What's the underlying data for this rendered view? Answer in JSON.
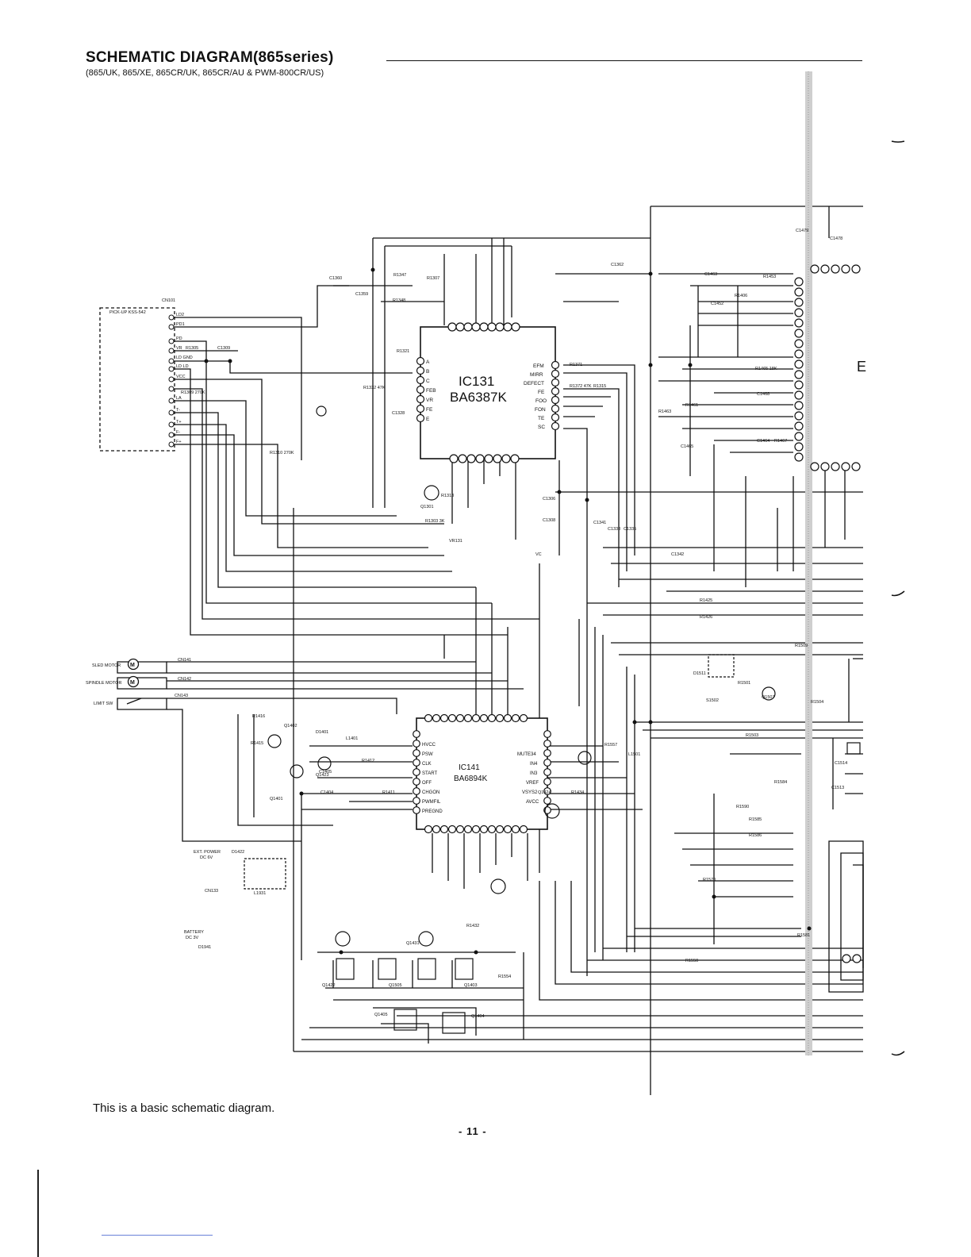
{
  "header": {
    "title": "SCHEMATIC  DIAGRAM(865series)",
    "subtitle": "(865/UK, 865/XE, 865CR/UK, 865CR/AU & PWM-800CR/US)"
  },
  "ics": [
    {
      "ref": "IC131",
      "part": "BA6387K"
    },
    {
      "ref": "IC141",
      "part": "BA6894K"
    }
  ],
  "connectors": {
    "cn101": "CN101",
    "pickup": "PICK-UP KSS-542",
    "cn141": "CN141",
    "cn142": "CN142",
    "cn143": "CN143",
    "cn133": "CN133",
    "sled": "SLED MOTOR",
    "spindle": "SPINDLE MOTOR",
    "limit": "LIMIT SW",
    "ext_power_1": "EXT. POWER",
    "ext_power_2": "DC 6V",
    "battery_1": "BATTERY",
    "battery_2": "DC 3V"
  },
  "ic131_pins_left": [
    "A",
    "B",
    "C",
    "FEB",
    "VR",
    "FE",
    "E"
  ],
  "ic131_pins_right": [
    "EFM",
    "MIRR",
    "DEFECT",
    "FE",
    "FOO",
    "FON",
    "TE",
    "SC"
  ],
  "ic141_pins_left": [
    "HVCC",
    "PSW",
    "CLK",
    "START",
    "OFF",
    "CHGON",
    "PWMFIL",
    "PREGND"
  ],
  "ic141_pins_right": [
    "MUTE34",
    "IN4",
    "IN3",
    "VREF",
    "VSYS2",
    "AVCC"
  ],
  "cn101_pins": [
    "LD2",
    "PD1",
    "PD",
    "VR",
    "LD GND",
    "LD LD",
    "VCC",
    "LA",
    "T-",
    "T+",
    "F-",
    "F+"
  ],
  "component_labels": [
    {
      "id": "r1347",
      "text": "R1347"
    },
    {
      "id": "r1307",
      "text": "R1307"
    },
    {
      "id": "r1348",
      "text": "R1348"
    },
    {
      "id": "c1360",
      "text": "C1360"
    },
    {
      "id": "c1359",
      "text": "C1359"
    },
    {
      "id": "c1362",
      "text": "C1362"
    },
    {
      "id": "r1305",
      "text": "R1305"
    },
    {
      "id": "c1309",
      "text": "C1309"
    },
    {
      "id": "r1309",
      "text": "R1309 270K"
    },
    {
      "id": "r1310",
      "text": "R1310 270K"
    },
    {
      "id": "r1321",
      "text": "R1321"
    },
    {
      "id": "r1332",
      "text": "R1332 47K"
    },
    {
      "id": "c1328",
      "text": "C1328"
    },
    {
      "id": "r1371",
      "text": "R1371"
    },
    {
      "id": "r1372",
      "text": "R1372 47K"
    },
    {
      "id": "r1315",
      "text": "R1315"
    },
    {
      "id": "r1313",
      "text": "R1313"
    },
    {
      "id": "q1301",
      "text": "Q1301"
    },
    {
      "id": "r1303",
      "text": "R1303 3K"
    },
    {
      "id": "vr131",
      "text": "VR131"
    },
    {
      "id": "c1306",
      "text": "C1306"
    },
    {
      "id": "c1308",
      "text": "C1308"
    },
    {
      "id": "c1341",
      "text": "C1341"
    },
    {
      "id": "c1338",
      "text": "C1338"
    },
    {
      "id": "c1335",
      "text": "C1335"
    },
    {
      "id": "c1342",
      "text": "C1342"
    },
    {
      "id": "c1463",
      "text": "C1463"
    },
    {
      "id": "r1453",
      "text": "R1453"
    },
    {
      "id": "c1452",
      "text": "C1452"
    },
    {
      "id": "r1406",
      "text": "R1406"
    },
    {
      "id": "r1465",
      "text": "R1465 18K"
    },
    {
      "id": "r1461",
      "text": "R1461"
    },
    {
      "id": "r1463",
      "text": "R1463"
    },
    {
      "id": "c1465",
      "text": "C1465"
    },
    {
      "id": "c1468",
      "text": "C1468"
    },
    {
      "id": "c1464",
      "text": "C1464"
    },
    {
      "id": "r1467",
      "text": "R1467"
    },
    {
      "id": "c1479",
      "text": "C1479"
    },
    {
      "id": "c1478",
      "text": "C1478"
    },
    {
      "id": "r1425",
      "text": "R1425"
    },
    {
      "id": "r1426",
      "text": "R1426"
    },
    {
      "id": "r1416",
      "text": "R1416"
    },
    {
      "id": "r1415",
      "text": "R1415"
    },
    {
      "id": "q1402",
      "text": "Q1402"
    },
    {
      "id": "d1401",
      "text": "D1401"
    },
    {
      "id": "l1401",
      "text": "L1401"
    },
    {
      "id": "q1423",
      "text": "Q1423"
    },
    {
      "id": "r1412",
      "text": "R1412"
    },
    {
      "id": "c1405",
      "text": "C1405"
    },
    {
      "id": "c1404",
      "text": "C1404"
    },
    {
      "id": "r1411",
      "text": "R1411"
    },
    {
      "id": "q1401",
      "text": "Q1401"
    },
    {
      "id": "d1422",
      "text": "D1422"
    },
    {
      "id": "l1931",
      "text": "L1931"
    },
    {
      "id": "d1941",
      "text": "D1941"
    },
    {
      "id": "q1422",
      "text": "Q1422"
    },
    {
      "id": "q1505",
      "text": "Q1505"
    },
    {
      "id": "q1403",
      "text": "Q1403"
    },
    {
      "id": "q1405",
      "text": "Q1405"
    },
    {
      "id": "q1404",
      "text": "Q1404"
    },
    {
      "id": "r1554",
      "text": "R1554"
    },
    {
      "id": "q1431",
      "text": "Q1431"
    },
    {
      "id": "r1432",
      "text": "R1432"
    },
    {
      "id": "q1424",
      "text": "Q1424"
    },
    {
      "id": "r1434",
      "text": "R1434"
    },
    {
      "id": "r1557",
      "text": "R1557"
    },
    {
      "id": "l1501",
      "text": "L1501"
    },
    {
      "id": "d1511",
      "text": "D1511"
    },
    {
      "id": "s1502",
      "text": "S1502"
    },
    {
      "id": "r1501",
      "text": "R1501"
    },
    {
      "id": "q1507",
      "text": "Q1507"
    },
    {
      "id": "r1504",
      "text": "R1504"
    },
    {
      "id": "r1503",
      "text": "R1503"
    },
    {
      "id": "r1584",
      "text": "R1584"
    },
    {
      "id": "r1590",
      "text": "R1590"
    },
    {
      "id": "r1585",
      "text": "R1585"
    },
    {
      "id": "r1586",
      "text": "R1586"
    },
    {
      "id": "r1550",
      "text": "R1550"
    },
    {
      "id": "r1581",
      "text": "R1581"
    },
    {
      "id": "r1570",
      "text": "R1570"
    },
    {
      "id": "c1514",
      "text": "C1514"
    },
    {
      "id": "c1513",
      "text": "C1513"
    },
    {
      "id": "r1509",
      "text": "R1509"
    }
  ],
  "vc_label": "VC",
  "footer": {
    "note": "This is a basic schematic diagram.",
    "page": "- 11 -"
  }
}
